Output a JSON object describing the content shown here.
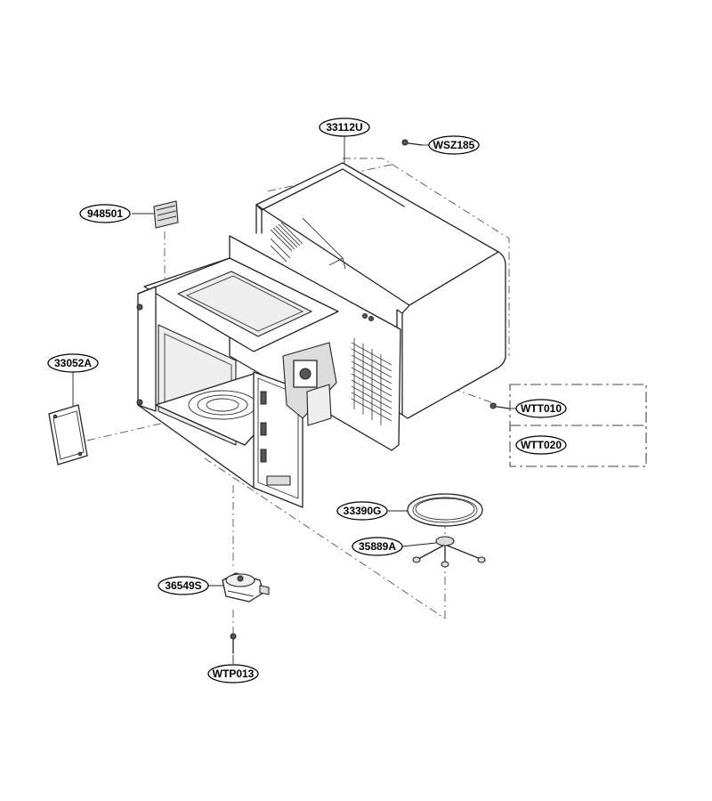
{
  "part_labels": {
    "p33112U": "33112U",
    "pWSZ185": "WSZ185",
    "p948501": "948501",
    "p33052A": "33052A",
    "pWTT010": "WTT010",
    "pWTT020": "WTT020",
    "p33390G": "33390G",
    "p35889A": "35889A",
    "p36549S": "36549S",
    "pWTP013": "WTP013"
  }
}
